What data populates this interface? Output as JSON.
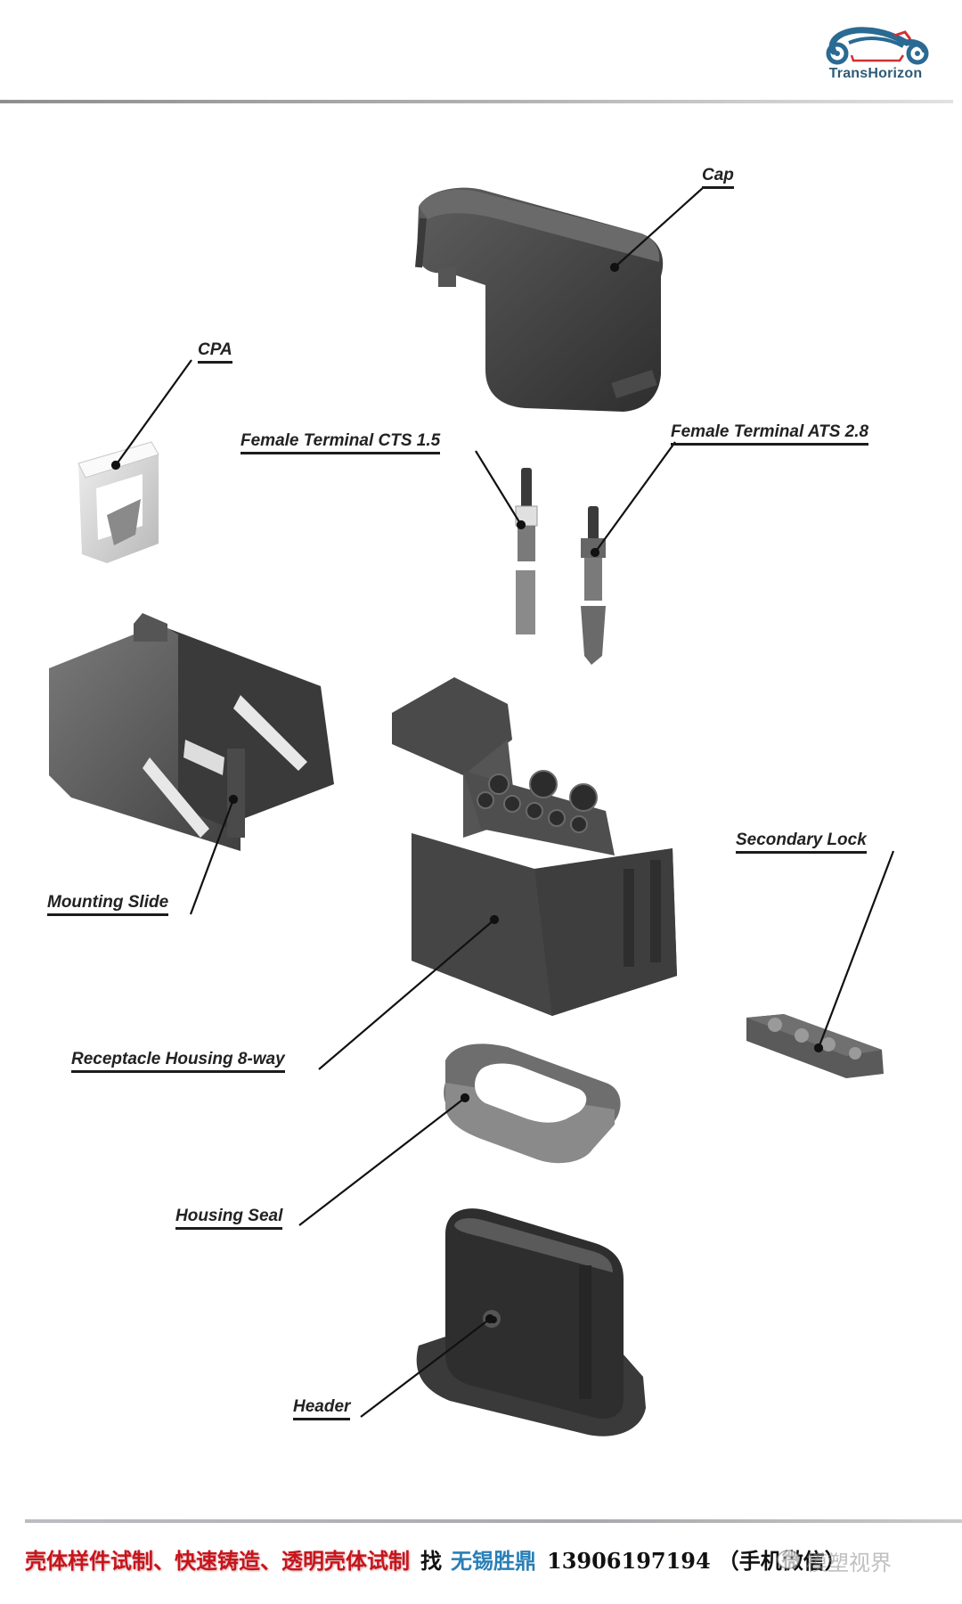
{
  "header": {
    "logo_name": "TransHorizon",
    "logo_colors": {
      "primary": "#2a6a93",
      "accent": "#d03030"
    }
  },
  "diagram": {
    "title": "Connector exploded view",
    "parts": [
      {
        "id": "cap",
        "label": "Cap"
      },
      {
        "id": "cpa",
        "label": "CPA"
      },
      {
        "id": "female-terminal-cts",
        "label": "Female Terminal CTS 1.5"
      },
      {
        "id": "female-terminal-ats",
        "label": "Female Terminal ATS 2.8"
      },
      {
        "id": "mounting-slide",
        "label": "Mounting Slide"
      },
      {
        "id": "secondary-lock",
        "label": "Secondary Lock"
      },
      {
        "id": "receptacle-housing",
        "label": "Receptacle Housing 8-way"
      },
      {
        "id": "housing-seal",
        "label": "Housing Seal"
      },
      {
        "id": "header",
        "label": "Header"
      }
    ]
  },
  "footer": {
    "services": "壳体样件试制、快速铸造、透明壳体试制",
    "find": "找",
    "company": "无锡胜鼎",
    "phone": "13906197194",
    "contact_note": "（手机微信）",
    "watermark": "模塑视界",
    "colors": {
      "services": "#c8141c",
      "company": "#2a7fb6",
      "text": "#111111"
    }
  }
}
